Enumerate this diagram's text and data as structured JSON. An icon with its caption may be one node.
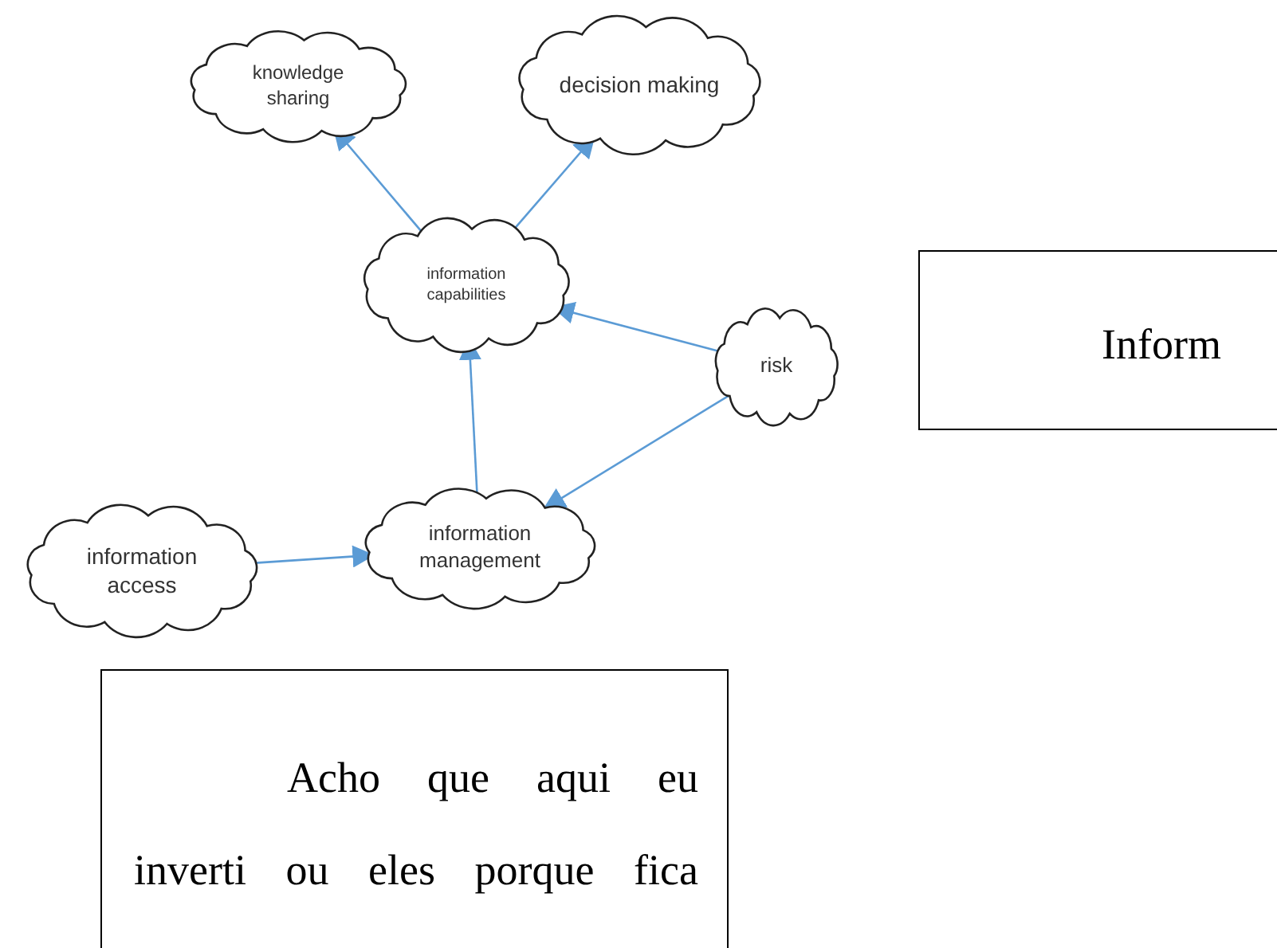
{
  "diagram": {
    "nodes": [
      {
        "text": [
          "knowledge sharing"
        ]
      },
      {
        "text": [
          "decision making"
        ]
      },
      {
        "text": [
          "information capabilities"
        ]
      },
      {
        "text": [
          "risk"
        ]
      },
      {
        "text": [
          "information access"
        ]
      },
      {
        "text": [
          "information management"
        ]
      },
      {
        "text": [
          "Inform"
        ]
      },
      {
        "text": [
          "Acho que aqui eu inverti ou eles porque fica"
        ]
      }
    ],
    "edges": [
      {
        "from": 2,
        "to": 0,
        "arrow": "to"
      },
      {
        "from": 2,
        "to": 1,
        "arrow": "to"
      },
      {
        "from": 3,
        "to": 2,
        "arrow": "to"
      },
      {
        "from": 5,
        "to": 2,
        "arrow": "to"
      },
      {
        "from": 3,
        "to": 5,
        "arrow": "to"
      },
      {
        "from": 4,
        "to": 5,
        "arrow": "to"
      }
    ]
  }
}
